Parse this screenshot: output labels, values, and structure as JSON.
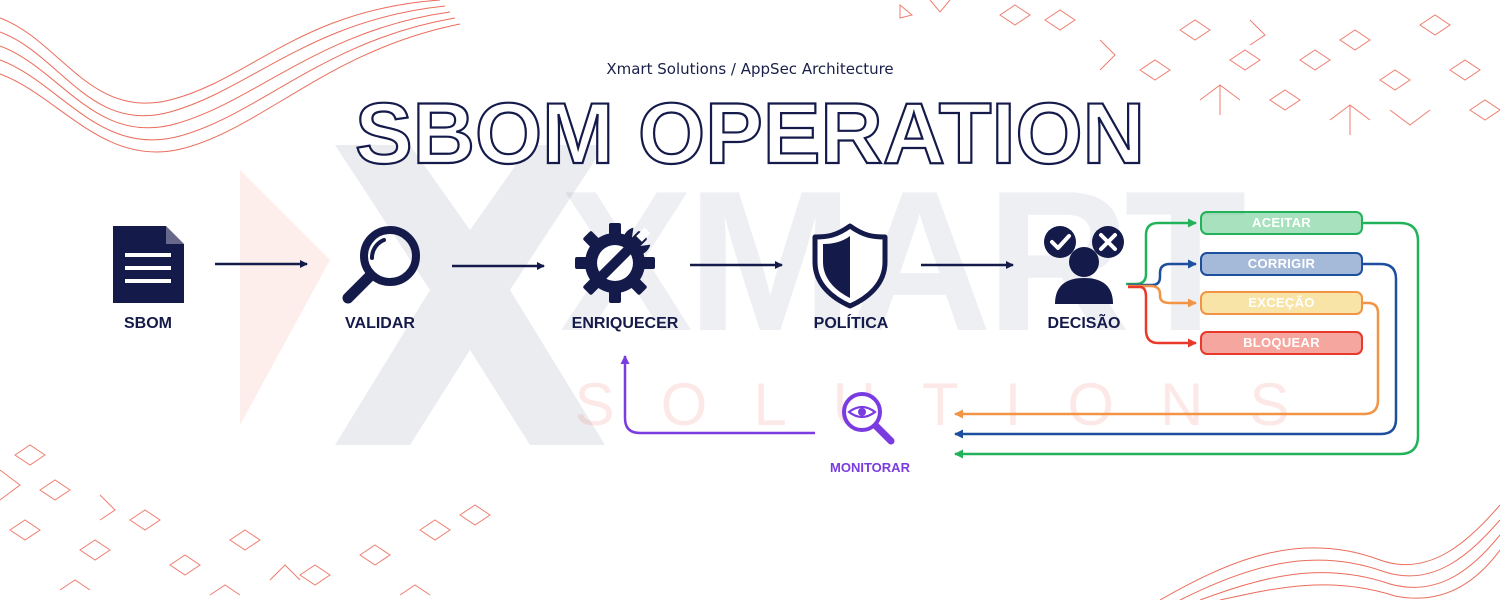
{
  "header": {
    "subtitle": "Xmart Solutions / AppSec Architecture",
    "title": "SBOM OPERATION"
  },
  "watermark": {
    "main": "XMART",
    "sub": "SOLUTIONS"
  },
  "nodes": [
    {
      "label": "SBOM",
      "icon": "document-icon"
    },
    {
      "label": "VALIDAR",
      "icon": "magnifier-icon"
    },
    {
      "label": "ENRIQUECER",
      "icon": "gear-wrench-icon"
    },
    {
      "label": "POLÍTICA",
      "icon": "shield-icon"
    },
    {
      "label": "DECISÃO",
      "icon": "decision-person-icon"
    }
  ],
  "monitor": {
    "label": "MONITORAR",
    "icon": "eye-magnifier-icon"
  },
  "outcomes": [
    {
      "label": "ACEITAR",
      "color": "#22b35a"
    },
    {
      "label": "CORRIGIR",
      "color": "#1d4f9e"
    },
    {
      "label": "EXCEÇÃO",
      "color": "#f29445"
    },
    {
      "label": "BLOQUEAR",
      "color": "#e8392b"
    }
  ],
  "colors": {
    "navy": "#141a4a",
    "purple": "#7a3be0",
    "decor_red": "#e8533f"
  }
}
